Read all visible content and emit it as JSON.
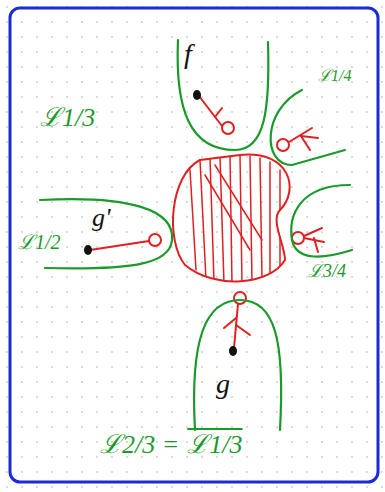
{
  "diagram": {
    "labels": [
      "f",
      "ℒ1/3",
      "ℒ1/4",
      "g'",
      "ℒ1/2",
      "ℒ3/4",
      "g",
      "ℒ2/3 =",
      "ℒ1/3"
    ]
  }
}
